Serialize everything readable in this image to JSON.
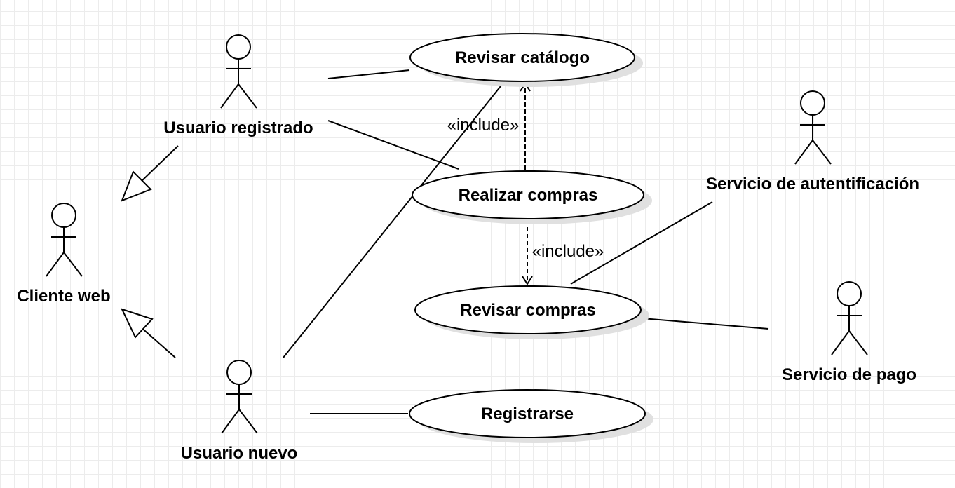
{
  "actors": {
    "usuario_registrado": "Usuario registrado",
    "cliente_web": "Cliente web",
    "usuario_nuevo": "Usuario nuevo",
    "servicio_autentificacion": "Servicio de autentificación",
    "servicio_pago": "Servicio de pago"
  },
  "use_cases": {
    "revisar_catalogo": "Revisar catálogo",
    "realizar_compras": "Realizar compras",
    "revisar_compras": "Revisar compras",
    "registrarse": "Registrarse"
  },
  "relations": {
    "include_1": "«include»",
    "include_2": "«include»"
  }
}
